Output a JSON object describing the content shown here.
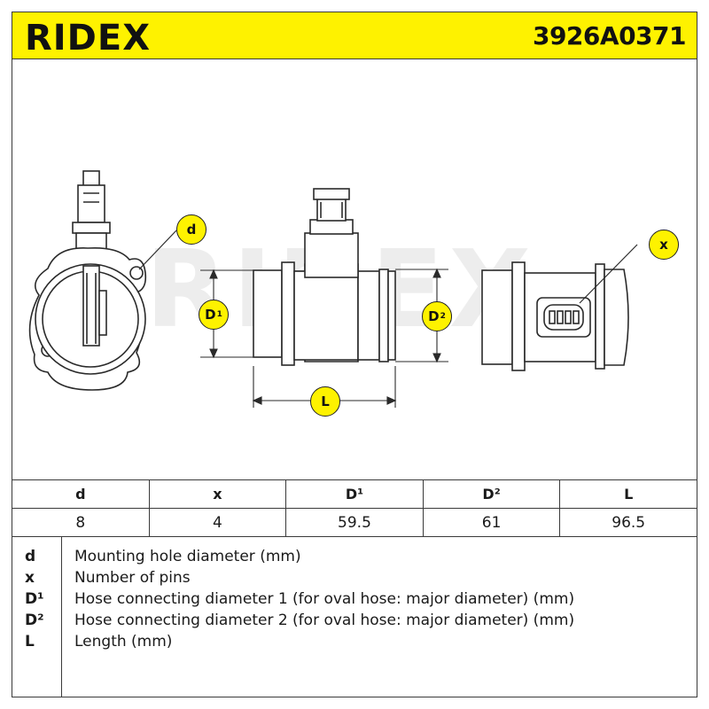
{
  "header": {
    "brand": "RIDEX",
    "part_number": "3926A0371"
  },
  "colors": {
    "accent_yellow": "#fef200",
    "line": "#3a3a3a"
  },
  "drawing": {
    "watermark": "RIDEX",
    "badges": {
      "d": "d",
      "x": "x",
      "d1_base": "D",
      "d1_sup": "1",
      "d2_base": "D",
      "d2_sup": "2",
      "l": "L"
    }
  },
  "spec_table": {
    "headers": [
      "d",
      "x",
      "D¹",
      "D²",
      "L"
    ],
    "values": [
      "8",
      "4",
      "59.5",
      "61",
      "96.5"
    ]
  },
  "legend": [
    {
      "key": "d",
      "desc": "Mounting hole diameter (mm)"
    },
    {
      "key": "x",
      "desc": "Number of pins"
    },
    {
      "key": "D¹",
      "desc": "Hose connecting diameter 1 (for oval hose: major diameter) (mm)"
    },
    {
      "key": "D²",
      "desc": "Hose connecting diameter 2 (for oval hose: major diameter) (mm)"
    },
    {
      "key": "L",
      "desc": "Length (mm)"
    }
  ]
}
